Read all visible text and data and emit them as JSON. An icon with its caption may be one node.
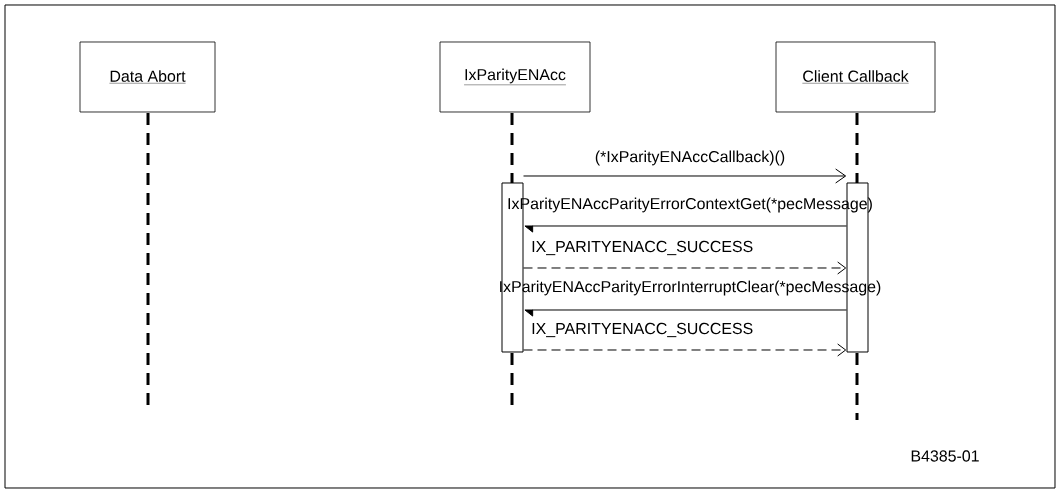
{
  "diagram": {
    "nodes": [
      {
        "text": [
          "Data Abort"
        ]
      },
      {
        "text": [
          "IxParityENAcc"
        ]
      },
      {
        "text": [
          "Client Callback"
        ]
      },
      {
        "text": [],
        "shape": "bar"
      },
      {
        "text": [],
        "shape": "bar"
      }
    ],
    "edges": [
      {
        "from": 3,
        "to": 4,
        "arrow": "to",
        "label": "(*IxParityENAccCallback)()"
      },
      {
        "from": 4,
        "to": 3,
        "arrow": "to",
        "label": "IxParityENAccParityErrorContextGet(*pecMessage)"
      },
      {
        "from": 3,
        "to": 4,
        "arrow": "to",
        "style": "dashed",
        "label": "IX_PARITYENACC_SUCCESS"
      },
      {
        "from": 4,
        "to": 3,
        "arrow": "to",
        "label": "IxParityENAccParityErrorInterruptClear(*pecMessage)"
      },
      {
        "from": 3,
        "to": 4,
        "arrow": "to",
        "style": "dashed",
        "label": "IX_PARITYENACC_SUCCESS"
      }
    ],
    "labels": [
      "B4385-01"
    ]
  }
}
